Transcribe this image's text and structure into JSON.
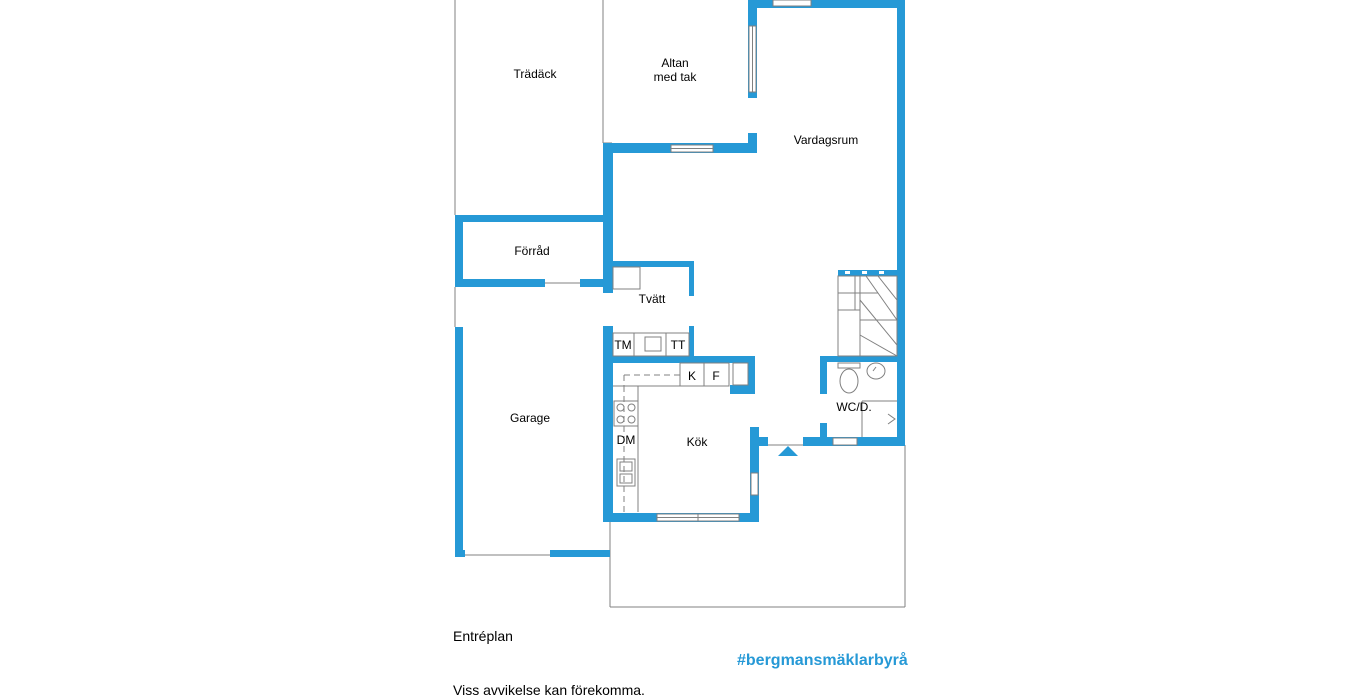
{
  "colors": {
    "wall": "#2699d6",
    "line": "#808080",
    "brand": "#2699d6",
    "brand_accent": "#f5c400"
  },
  "rooms": {
    "tradack": "Trädäck",
    "altan_line1": "Altan",
    "altan_line2": "med tak",
    "vardagsrum": "Vardagsrum",
    "forrad": "Förråd",
    "tvatt": "Tvätt",
    "tm": "TM",
    "tt": "TT",
    "k": "K",
    "f": "F",
    "garage": "Garage",
    "dm": "DM",
    "kok": "Kök",
    "wc": "WC/D."
  },
  "caption": {
    "floor_name": "Entréplan",
    "brand": "#bergmansmäklarbyrå",
    "disclaimer": "Viss avvikelse kan förekomma."
  }
}
